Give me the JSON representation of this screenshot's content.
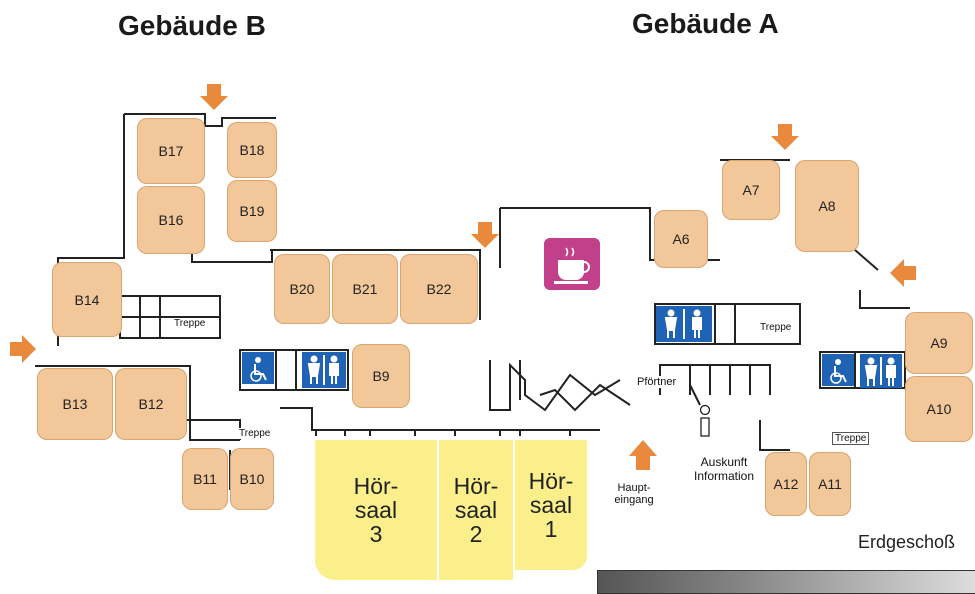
{
  "buildings": {
    "b": "Gebäude B",
    "a": "Gebäude A"
  },
  "rooms": {
    "b17": "B17",
    "b18": "B18",
    "b16": "B16",
    "b19": "B19",
    "b14": "B14",
    "b20": "B20",
    "b21": "B21",
    "b22": "B22",
    "b13": "B13",
    "b12": "B12",
    "b9": "B9",
    "b11": "B11",
    "b10": "B10",
    "a7": "A7",
    "a8": "A8",
    "a6": "A6",
    "a9": "A9",
    "a10": "A10",
    "a12": "A12",
    "a11": "A11"
  },
  "lecture_halls": {
    "h3": [
      "Hör-",
      "saal",
      "3"
    ],
    "h2": [
      "Hör-",
      "saal",
      "2"
    ],
    "h1": [
      "Hör-",
      "saal",
      "1"
    ]
  },
  "labels": {
    "stairs": "Treppe",
    "porter": "Pförtner",
    "info_line1": "Auskunft",
    "info_line2": "Information",
    "main_entrance_line1": "Haupt-",
    "main_entrance_line2": "eingang",
    "floor": "Erdgeschoß"
  },
  "colors": {
    "room": "#f2c79a",
    "lecture_hall": "#fbef8c",
    "arrow": "#e8893b",
    "toilet_sign": "#1f63b5",
    "cafe": "#c23f8a",
    "wall": "#222222"
  },
  "icons": [
    "entrance-arrow-icon",
    "toilet-icon",
    "wheelchair-toilet-icon",
    "cafe-icon",
    "info-icon"
  ]
}
